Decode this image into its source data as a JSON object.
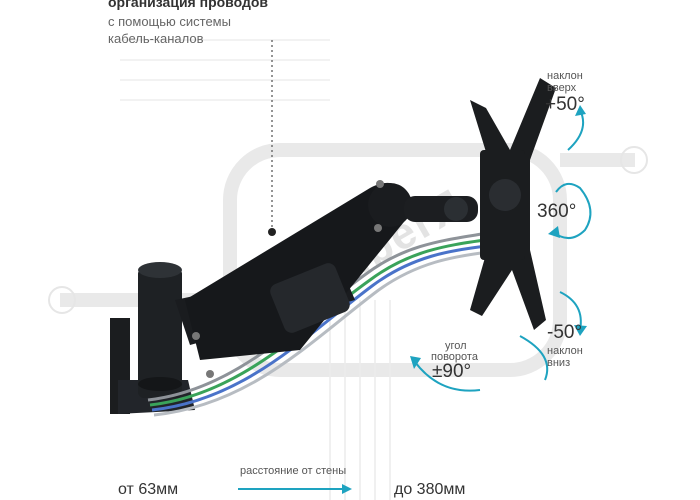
{
  "caption": {
    "line1": "организация проводов",
    "line2": "с помощью системы",
    "line3": "кабель-каналов"
  },
  "tilt_up": {
    "label_line1": "наклон",
    "label_line2": "вверх",
    "value": "+50°"
  },
  "rotation": {
    "value": "360°"
  },
  "tilt_down": {
    "value": "-50°",
    "label_line1": "наклон",
    "label_line2": "вниз"
  },
  "swivel": {
    "label_line1": "угол",
    "label_line2": "поворота",
    "value": "±90°"
  },
  "distance": {
    "from_label": "от 63мм",
    "middle_label": "расстояние от стены",
    "to_label": "до 380мм"
  },
  "watermark": "KiberЯ",
  "colors": {
    "arrow_teal": "#1ea3c0",
    "arm_black": "#1b1d1f",
    "cable_green": "#3aa35a",
    "cable_blue": "#4a73c9",
    "watermark_gray": "#e8e8e8"
  }
}
